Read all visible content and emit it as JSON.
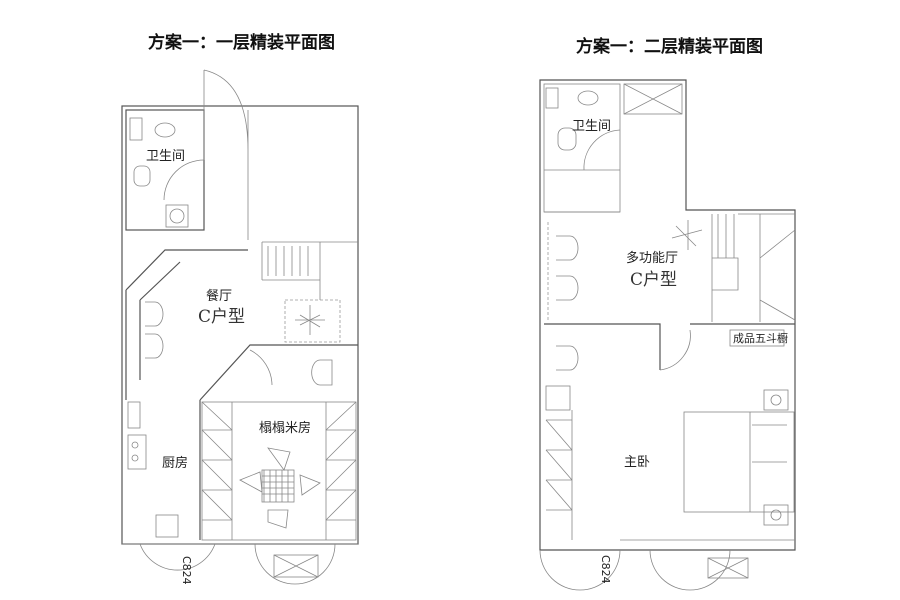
{
  "titles": {
    "floor1": "方案一：一层精装平面图",
    "floor2": "方案一：二层精装平面图"
  },
  "floor1": {
    "bathroom": "卫生间",
    "dining": "餐厅",
    "unit_type": "C户型",
    "tatami_room": "榻榻米房",
    "kitchen": "厨房",
    "window_code": "C824"
  },
  "floor2": {
    "bathroom": "卫生间",
    "multi_hall": "多功能厅",
    "unit_type": "C户型",
    "dresser": "成品五斗橱",
    "master_bedroom": "主卧",
    "window_code": "C824"
  }
}
